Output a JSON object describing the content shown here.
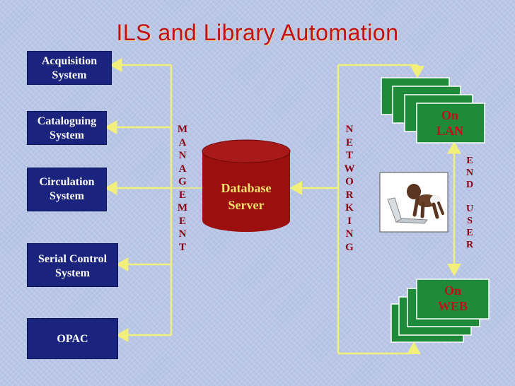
{
  "title": "ILS and Library Automation",
  "systems": [
    {
      "name": "Acquisition\nSystem"
    },
    {
      "name": "Cataloguing\nSystem"
    },
    {
      "name": "Circulation\nSystem"
    },
    {
      "name": "Serial Control\nSystem"
    },
    {
      "name": "OPAC"
    }
  ],
  "management_label": "M\nA\nN\nA\nG\nE\nM\nE\nN\nT",
  "networking_label": "N\nE\nT\nW\nO\nR\nK\nI\nN\nG",
  "database_label": "Database\nServer",
  "lan_label": "On\nLAN",
  "web_label": "On\nWEB",
  "end_user_label": "E\nN\nD\n\nU\nS\nE\nR",
  "colors": {
    "title": "#c0101a",
    "system_box": "#1a237e",
    "database": "#9b0f0f",
    "connector": "#f2f07a",
    "client_box": "#1f8a3a"
  },
  "icons": {
    "end_user": "baby-with-laptop-icon"
  }
}
